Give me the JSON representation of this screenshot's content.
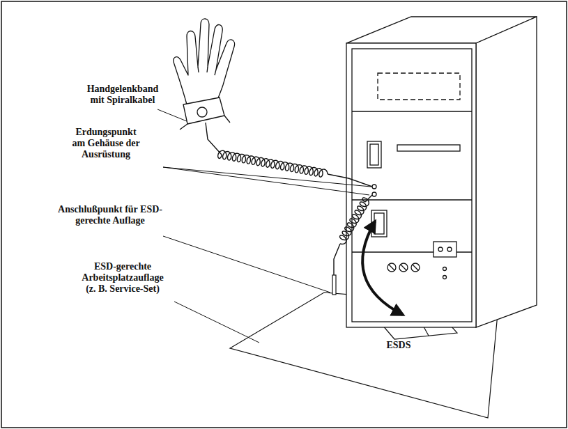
{
  "diagram": {
    "labels": [
      "Handgelenkband mit Spiralkabel",
      "Erdungspunkt am Gehäuse der Ausrüstung",
      "Anschlußpunkt für ESD-gerechte Auflage",
      "ESD-gerechte Arbeitsplatzauflage (z. B. Service-Set)",
      "ESDS"
    ]
  }
}
